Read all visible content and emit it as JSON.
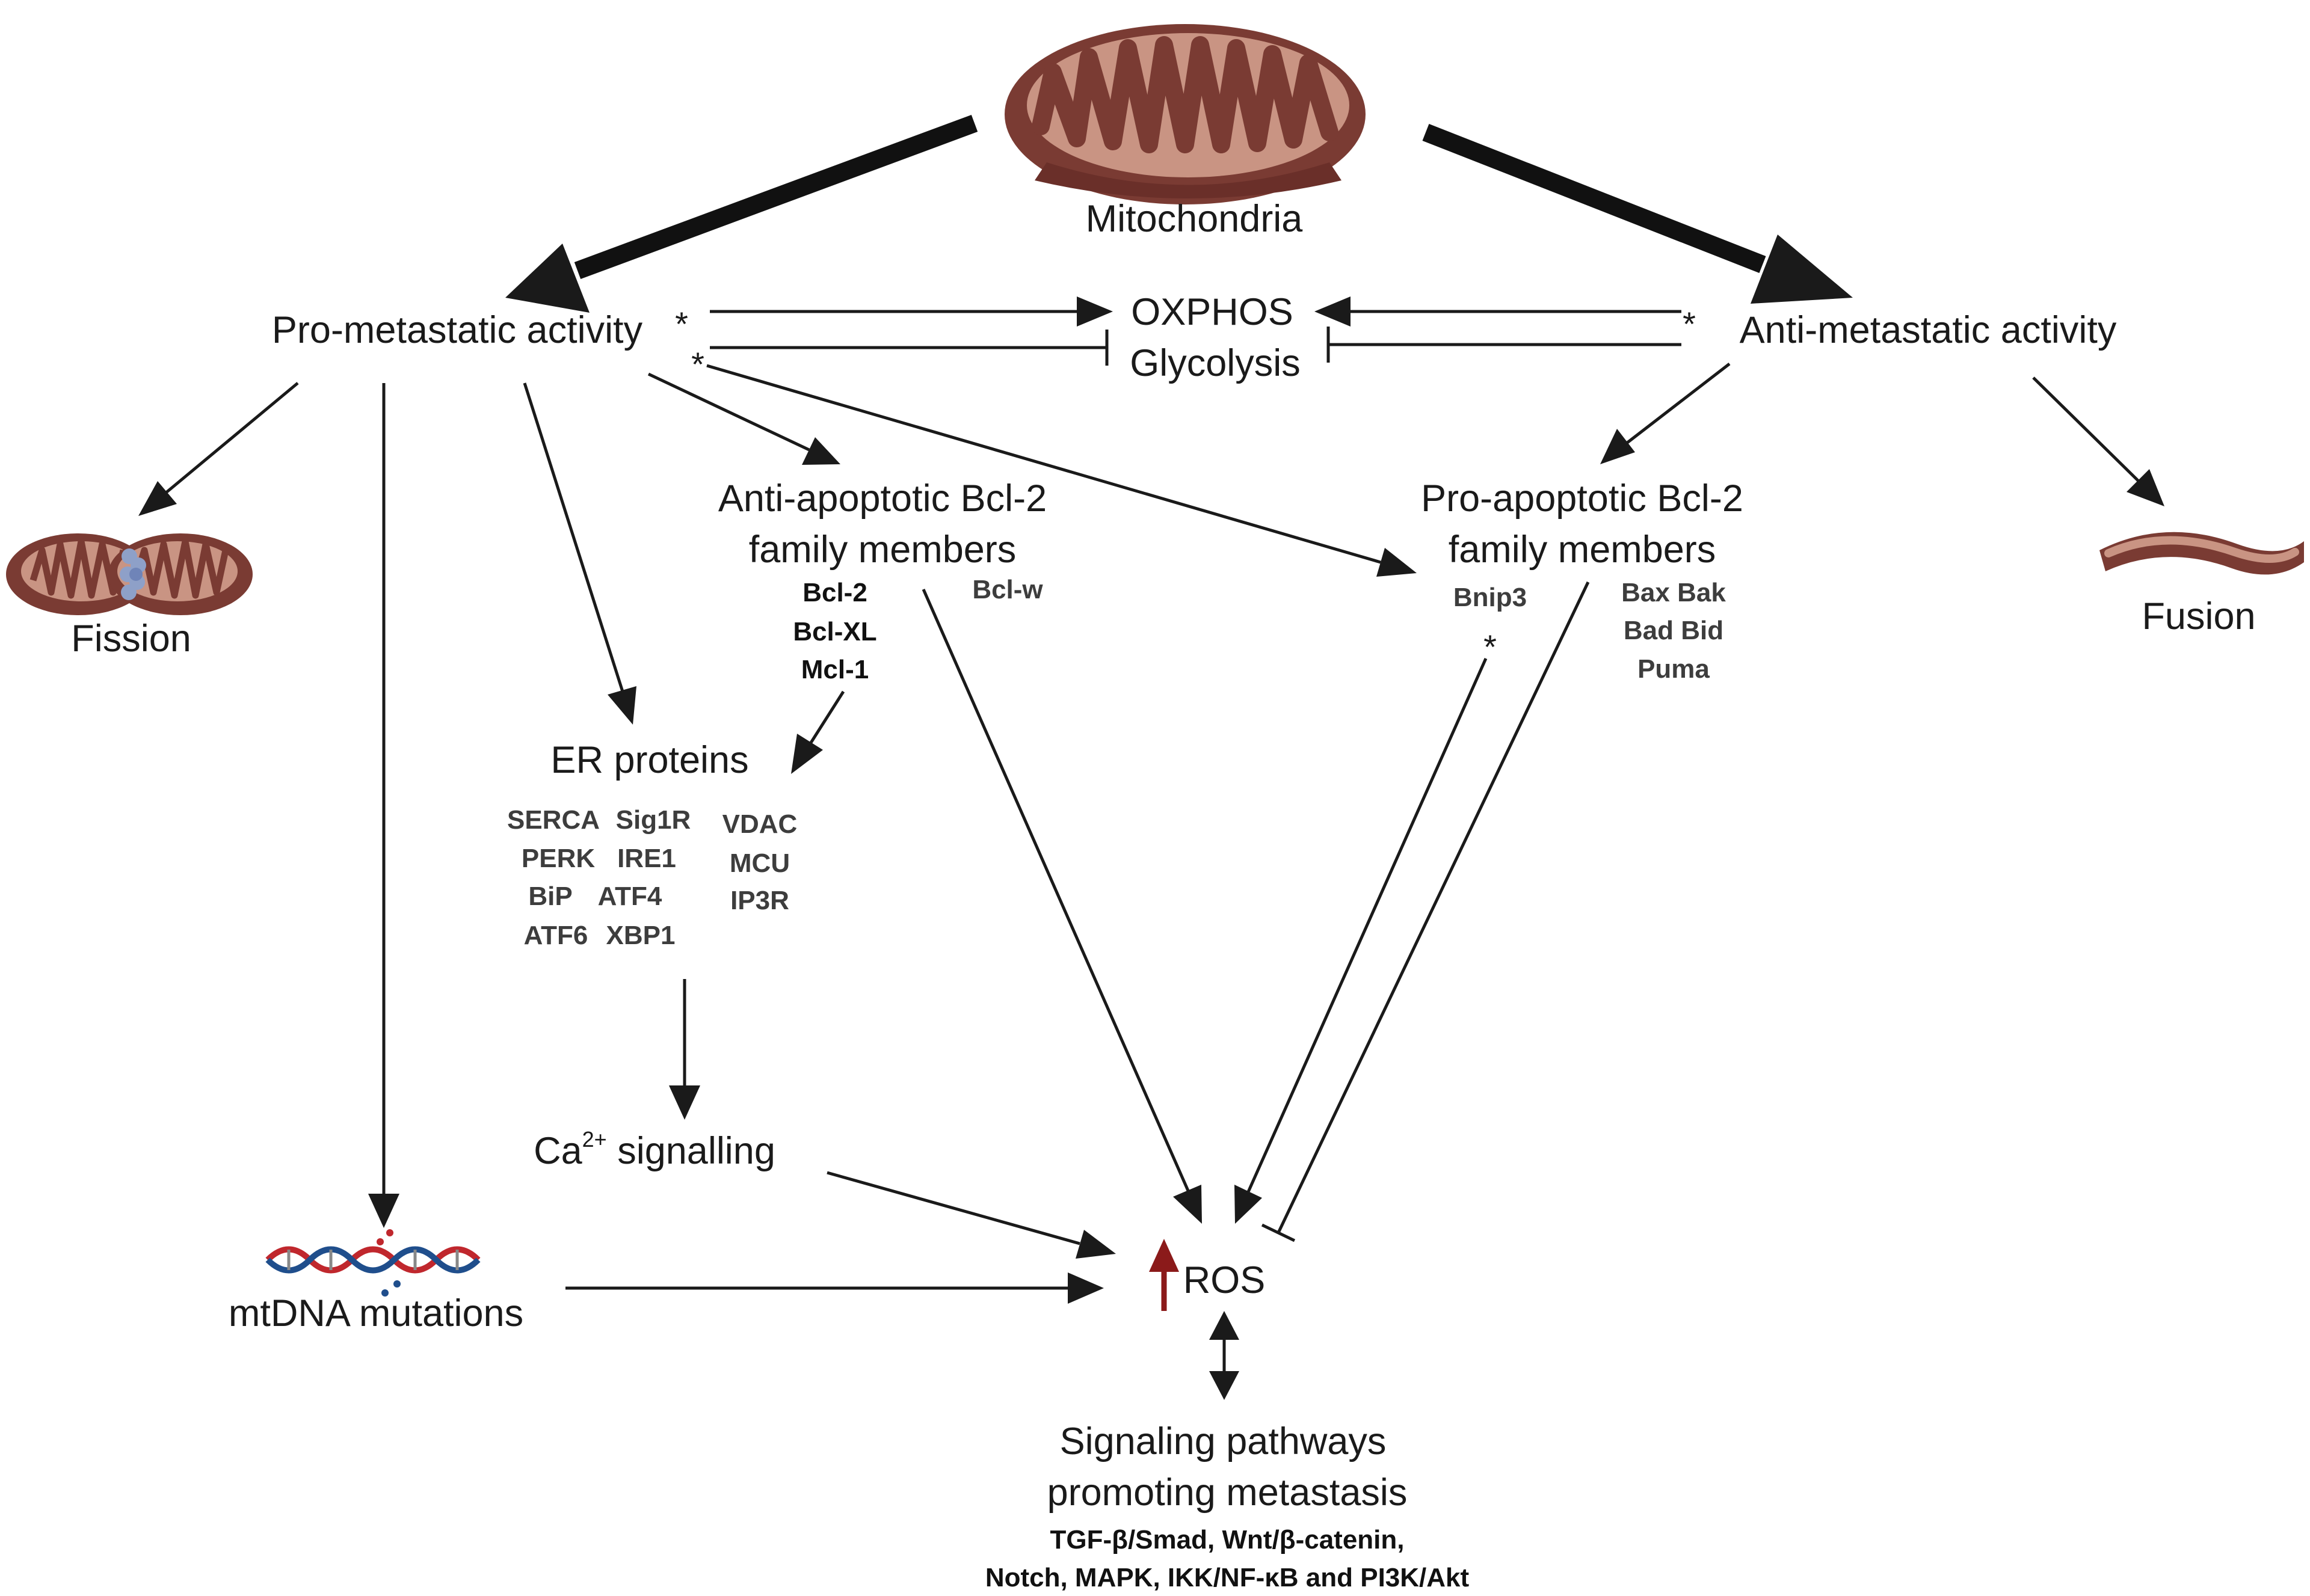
{
  "top": {
    "mitochondria": "Mitochondria"
  },
  "left": {
    "title": "Pro-metastatic activity",
    "fission": "Fission",
    "mtdna": "mtDNA mutations"
  },
  "right": {
    "title": "Anti-metastatic activity",
    "fusion": "Fusion"
  },
  "center": {
    "oxphos": "OXPHOS",
    "glycolysis": "Glycolysis"
  },
  "anti_apoptotic": {
    "line1": "Anti-apoptotic Bcl-2",
    "line2": "family members",
    "members": [
      "Bcl-2",
      "Bcl-XL",
      "Mcl-1"
    ],
    "extra": "Bcl-w"
  },
  "pro_apoptotic": {
    "line1": "Pro-apoptotic Bcl-2",
    "line2": "family members",
    "bnip3": "Bnip3",
    "members": [
      "Bax Bak",
      "Bad Bid",
      "Puma"
    ]
  },
  "er": {
    "title": "ER proteins",
    "col1": [
      "SERCA",
      "PERK",
      "BiP",
      "ATF6"
    ],
    "col2": [
      "Sig1R",
      "IRE1",
      "ATF4",
      "XBP1"
    ],
    "col3": [
      "VDAC",
      "MCU",
      "IP3R"
    ]
  },
  "ca": {
    "prefix": "Ca",
    "sup": "2+",
    "suffix": " signalling"
  },
  "ros": {
    "label": "ROS"
  },
  "pathways": {
    "line1": "Signaling pathways",
    "line2": "promoting metastasis",
    "list1": "TGF-β/Smad, Wnt/β-catenin,",
    "list2": "Notch, MAPK, IKK/NF-κB and PI3K/Akt"
  },
  "marks": {
    "star": "*"
  },
  "colors": {
    "mito_outer": "#7a3b33",
    "mito_inner": "#c99483",
    "dna_red": "#c0272d",
    "dna_blue": "#1f4e8c",
    "ros_arrow": "#8b1a1a"
  }
}
